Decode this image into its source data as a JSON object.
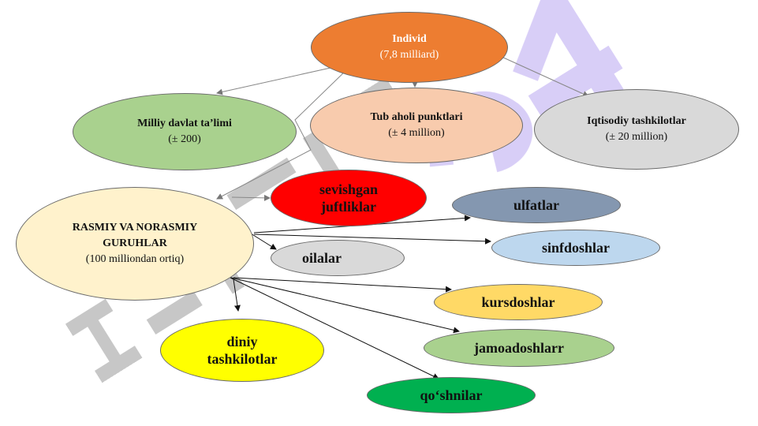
{
  "root": {
    "title": "Individ",
    "count": "(7,8 milliard)",
    "color": "#ED7D31"
  },
  "level1": [
    {
      "id": "milliy",
      "title": "Milliy davlat ta’limi",
      "count": "(± 200)",
      "color": "#A9D18E"
    },
    {
      "id": "tub",
      "title": "Tub aholi punktlari",
      "count": "(± 4 million)",
      "color": "#F8CBAD"
    },
    {
      "id": "iqtisodiy",
      "title": "Iqtisodiy tashkilotlar",
      "count": "(± 20 million)",
      "color": "#D9D9D9"
    }
  ],
  "groups": {
    "title": "RASMIY VA NORASMIY GURUHLAR",
    "count": "(100 milliondan ortiq)",
    "color": "#FFF2CC"
  },
  "leaves": [
    {
      "id": "sevishgan",
      "label": "sevishgan juftliklar",
      "color": "#FF0000"
    },
    {
      "id": "ulfatlar",
      "label": "ulfatlar",
      "color": "#8497B0"
    },
    {
      "id": "sinfdoshlar",
      "label": "sinfdoshlar",
      "color": "#BDD7EE"
    },
    {
      "id": "oilalar",
      "label": "oilalar",
      "color": "#D9D9D9"
    },
    {
      "id": "kursdoshlar",
      "label": "kursdoshlar",
      "color": "#FFD966"
    },
    {
      "id": "jamoadoshlar",
      "label": "jamoadoshlarr",
      "color": "#A9D18E"
    },
    {
      "id": "diniy",
      "label": "diniy tashkilotlar",
      "color": "#FFFF00"
    },
    {
      "id": "qoshnilar",
      "label": "qo‘shnilar",
      "color": "#00B050"
    }
  ]
}
